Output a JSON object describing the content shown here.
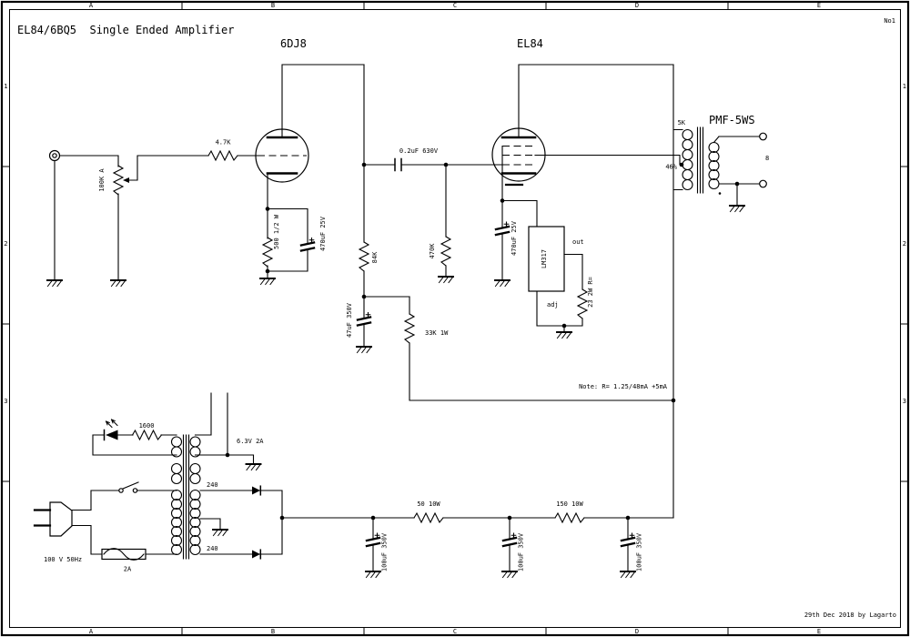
{
  "title": "EL84/6BQ5  Single Ended Amplifier",
  "frame": {
    "sheet": "No1",
    "credit": "29th Dec 2018 by Lagarto",
    "columns": [
      "A",
      "B",
      "C",
      "D",
      "E"
    ],
    "rows": [
      "1",
      "2",
      "3"
    ]
  },
  "stage1": {
    "tube": "6DJ8",
    "grid_stopper": "4.7K",
    "volume_pot": "100K A",
    "cathode_resistor": "500 1/2 W",
    "cathode_cap": "470uF 25V",
    "plate_resistor": "84K",
    "decoupling_cap": "47uF 350V",
    "decoupling_resistor": "33K 1W"
  },
  "coupling_cap": "0.2uF 630V",
  "stage2": {
    "tube": "EL84",
    "grid_resistor": "470K",
    "cathode_cap": "470uF 25V",
    "regulator": "LM317",
    "regulator_out": "out",
    "regulator_adj": "adj",
    "bias_resistor": "23 2W R=",
    "note": "Note: R= 1.25/48mA +5mA"
  },
  "output_transformer": {
    "model": "PMF-5WS",
    "primary_impedance": "5K",
    "ul_tap": "46%",
    "secondary_impedance": "8"
  },
  "power": {
    "mains": "100 V 50Hz",
    "fuse": "2A",
    "pilot_resistor": "1600",
    "heater_winding": "6.3V 2A",
    "hv_windings": [
      "240",
      "240"
    ],
    "filter_r1": "50 10W",
    "filter_r2": "150 10W",
    "filter_caps": [
      "100uF 350V",
      "100uF 350V",
      "100uF 350V"
    ]
  }
}
